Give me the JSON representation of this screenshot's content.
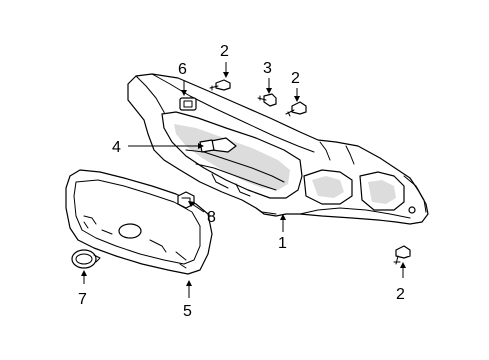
{
  "callouts": {
    "c1": "1",
    "c2a": "2",
    "c2b": "2",
    "c2c": "2",
    "c3": "3",
    "c4": "4",
    "c5": "5",
    "c6": "6",
    "c7": "7",
    "c8": "8"
  }
}
